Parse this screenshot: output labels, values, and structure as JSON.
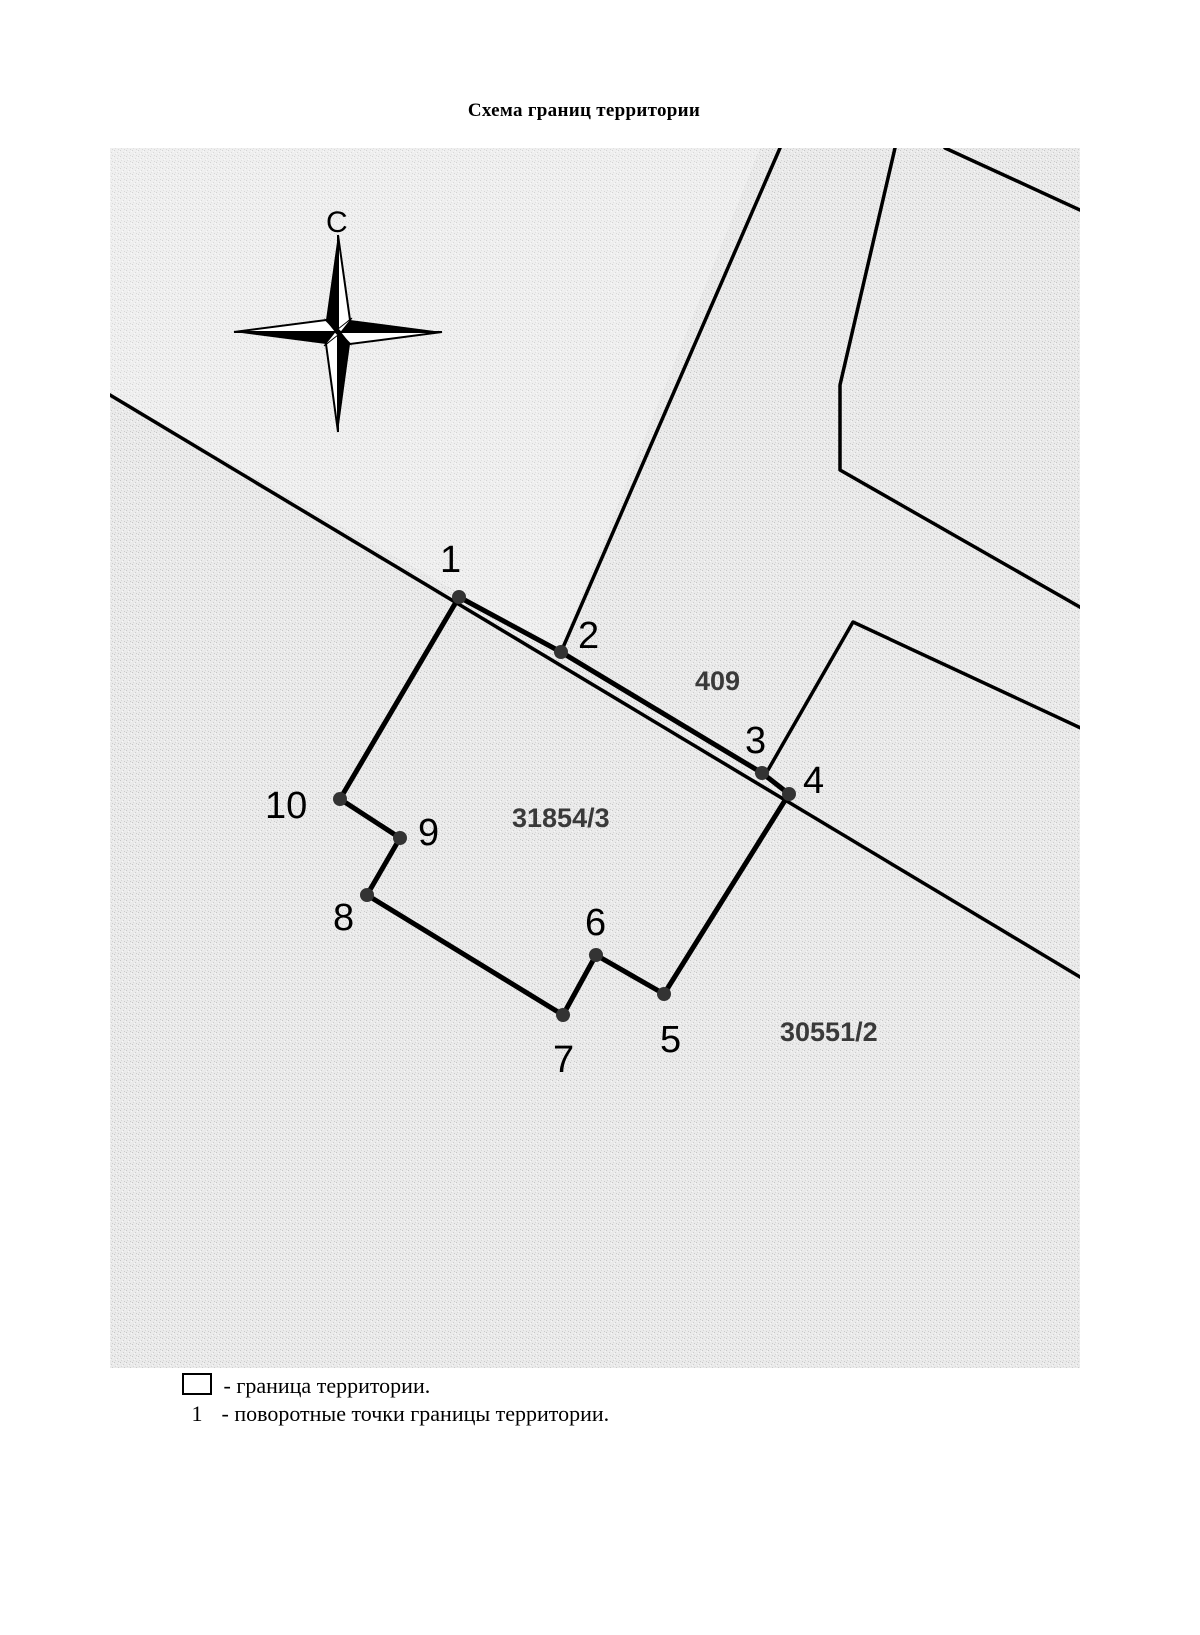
{
  "title": "Схема границ территории",
  "compass": {
    "north_label": "С",
    "icon": "compass-rose-icon"
  },
  "parcels": [
    {
      "id": "parcel-409",
      "label": "409"
    },
    {
      "id": "parcel-31854-3",
      "label": "31854/3"
    },
    {
      "id": "parcel-30551-2",
      "label": "30551/2"
    }
  ],
  "boundary_points": [
    "1",
    "2",
    "3",
    "4",
    "5",
    "6",
    "7",
    "8",
    "9",
    "10"
  ],
  "legend": [
    {
      "symbol": "boundary-box-icon",
      "symbol_text": "",
      "text": " - граница территории."
    },
    {
      "symbol": "point-number",
      "symbol_text": "1",
      "text": " - поворотные точки границы территории."
    }
  ]
}
